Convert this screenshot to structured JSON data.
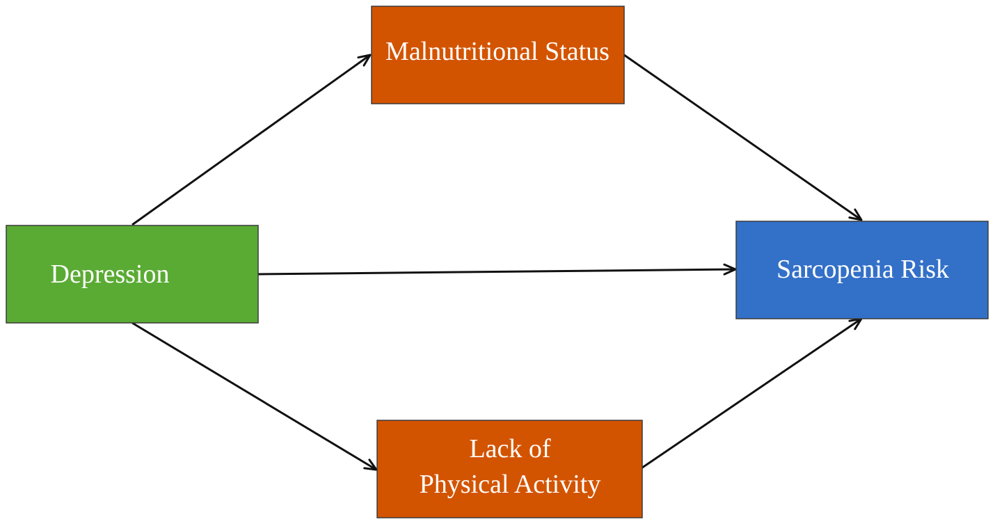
{
  "colors": {
    "depression": "#5aab34",
    "malnutrition": "#d35400",
    "physical_activity": "#d35400",
    "sarcopenia": "#3370c8",
    "arrow": "#111111",
    "box_border": "#3a3a3a",
    "text": "#ffffff"
  },
  "nodes": {
    "depression": {
      "label": "Depression"
    },
    "malnutrition": {
      "label": "Malnutritional Status"
    },
    "physical_activity": {
      "line1": "Lack of",
      "line2": "Physical Activity"
    },
    "sarcopenia": {
      "label": "Sarcopenia Risk"
    }
  },
  "edges": [
    {
      "from": "depression",
      "to": "malnutrition"
    },
    {
      "from": "malnutrition",
      "to": "sarcopenia"
    },
    {
      "from": "depression",
      "to": "sarcopenia"
    },
    {
      "from": "depression",
      "to": "physical_activity"
    },
    {
      "from": "physical_activity",
      "to": "sarcopenia"
    }
  ]
}
